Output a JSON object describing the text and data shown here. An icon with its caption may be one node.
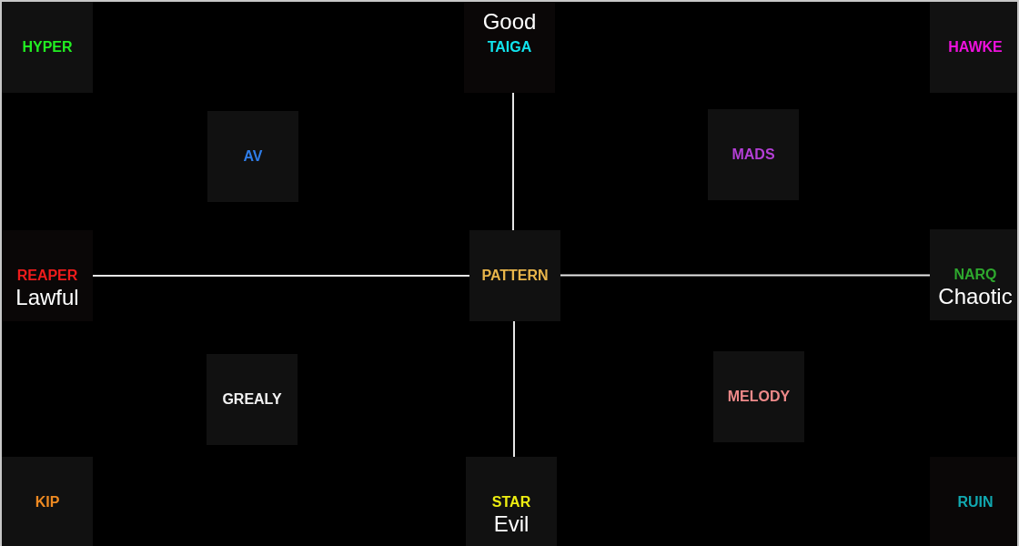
{
  "diagram": {
    "nodes": [
      {
        "text": [
          "HYPER"
        ]
      },
      {
        "text": [
          "Good",
          "TAIGA"
        ]
      },
      {
        "text": [
          "HAWKE"
        ]
      },
      {
        "text": [
          "AV"
        ]
      },
      {
        "text": [
          "MADS"
        ]
      },
      {
        "text": [
          "REAPER",
          "Lawful"
        ]
      },
      {
        "text": [
          "PATTERN"
        ]
      },
      {
        "text": [
          "NARQ",
          "Chaotic"
        ]
      },
      {
        "text": [
          "GREALY"
        ]
      },
      {
        "text": [
          "MELODY"
        ]
      },
      {
        "text": [
          "KIP"
        ]
      },
      {
        "text": [
          "STAR",
          "Evil"
        ]
      },
      {
        "text": [
          "RUIN"
        ]
      }
    ],
    "edges": [
      {
        "from": 1,
        "to": 6,
        "arrow": "none"
      },
      {
        "from": 5,
        "to": 6,
        "arrow": "none"
      },
      {
        "from": 6,
        "to": 7,
        "arrow": "none"
      },
      {
        "from": 6,
        "to": 11,
        "arrow": "none"
      }
    ]
  }
}
